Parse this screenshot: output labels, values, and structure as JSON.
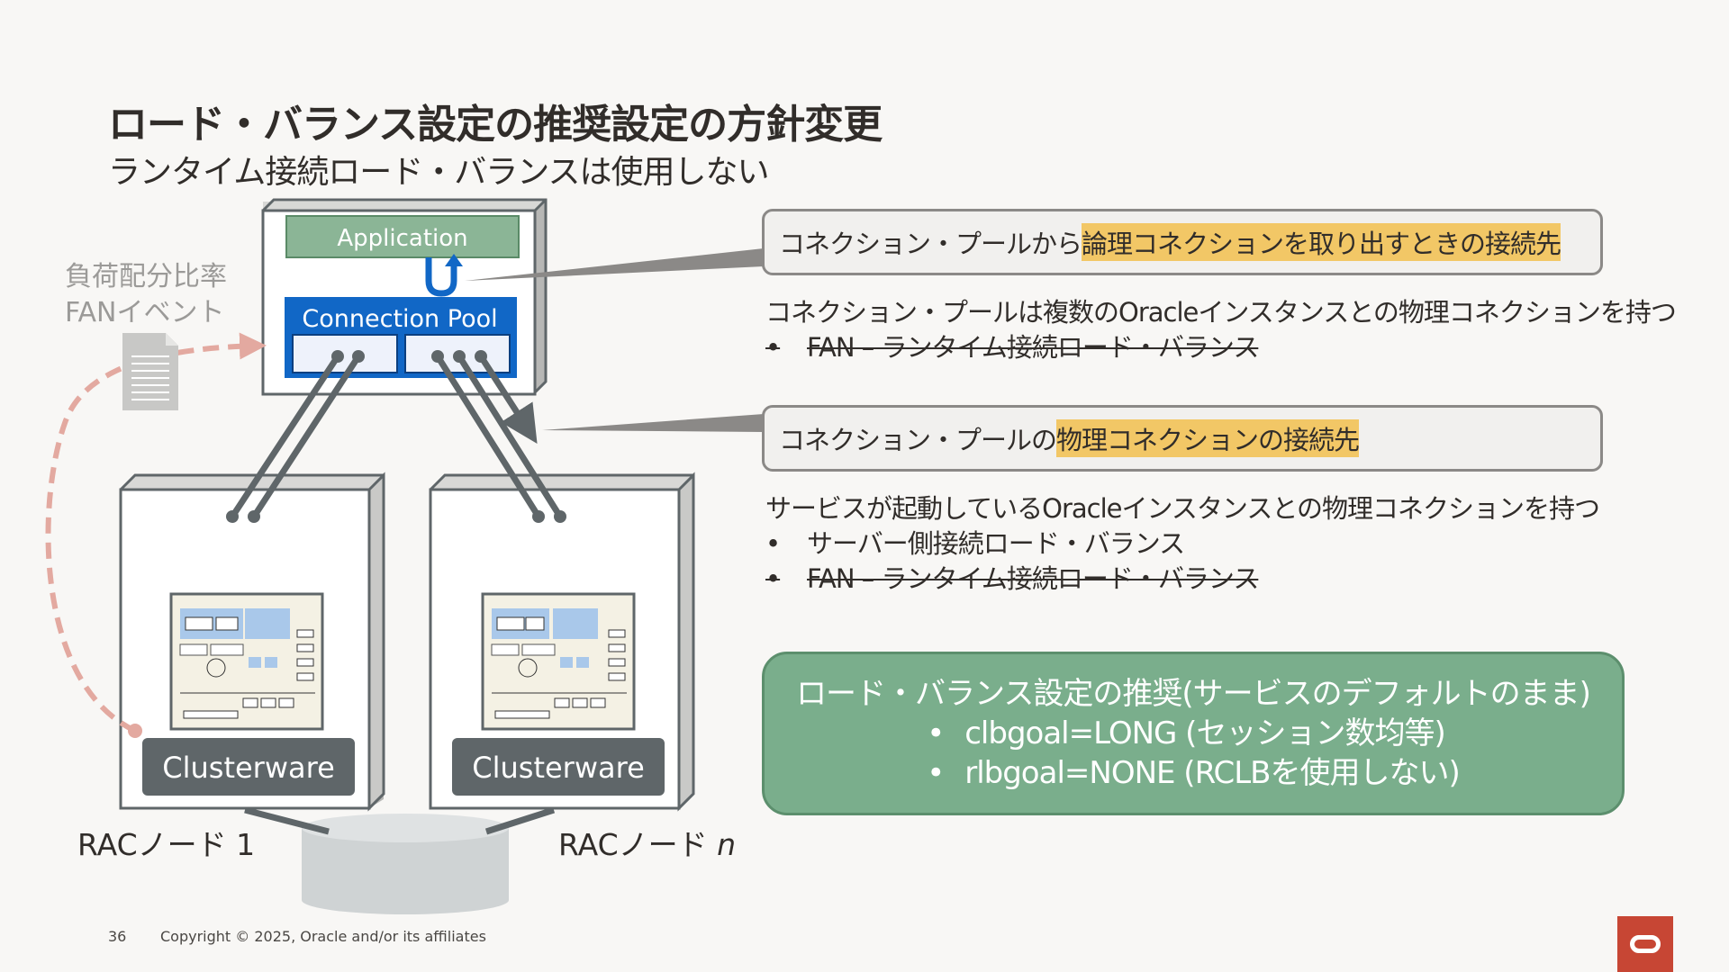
{
  "slide": {
    "title": "ロード・バランス設定の推奨設定の方針変更",
    "subtitle": "ランタイム接続ロード・バランスは使用しない",
    "page_number": "36",
    "copyright": "Copyright © 2025, Oracle and/or its affiliates"
  },
  "diagram": {
    "app_label": "Application",
    "pool_label": "Connection Pool",
    "fan_line1": "負荷配分比率",
    "fan_line2": "FANイベント",
    "node1_clusterware": "Clusterware",
    "node2_clusterware": "Clusterware",
    "node1_label": "RACノード 1",
    "node2_label_prefix": "RACノード ",
    "node2_label_var": "n"
  },
  "callout1": {
    "prefix": "コネクション・プールから",
    "highlight": "論理コネクションを取り出すときの接続先"
  },
  "section1": {
    "text": "コネクション・プールは複数のOracleインスタンスとの物理コネクションを持つ",
    "bullet": "•",
    "struck_item": "FAN – ランタイム接続ロード・バランス"
  },
  "callout2": {
    "prefix": "コネクション・プールの",
    "highlight": "物理コネクションの接続先"
  },
  "section2": {
    "text": "サービスが起動しているOracleインスタンスとの物理コネクションを持つ",
    "bullet": "•",
    "item1": "サーバー側接続ロード・バランス",
    "struck_item": "FAN – ランタイム接続ロード・バランス"
  },
  "recommendation": {
    "heading": "ロード・バランス設定の推奨(サービスのデフォルトのまま)",
    "bullet": "•",
    "item1": "clbgoal=LONG (セッション数均等)",
    "item2": "rlbgoal=NONE (RCLBを使用しない)"
  },
  "colors": {
    "background": "#f8f7f5",
    "highlight": "#f2c766",
    "recommendation_green": "#7aae8c",
    "app_green": "#8bb596",
    "pool_blue": "#1167c6",
    "clusterware_gray": "#5f6669",
    "fan_dashed": "#e3a9a0",
    "oracle_red": "#c74634"
  },
  "icons": [
    "document-icon",
    "arrow-up-return-icon",
    "oracle-logo-icon"
  ]
}
